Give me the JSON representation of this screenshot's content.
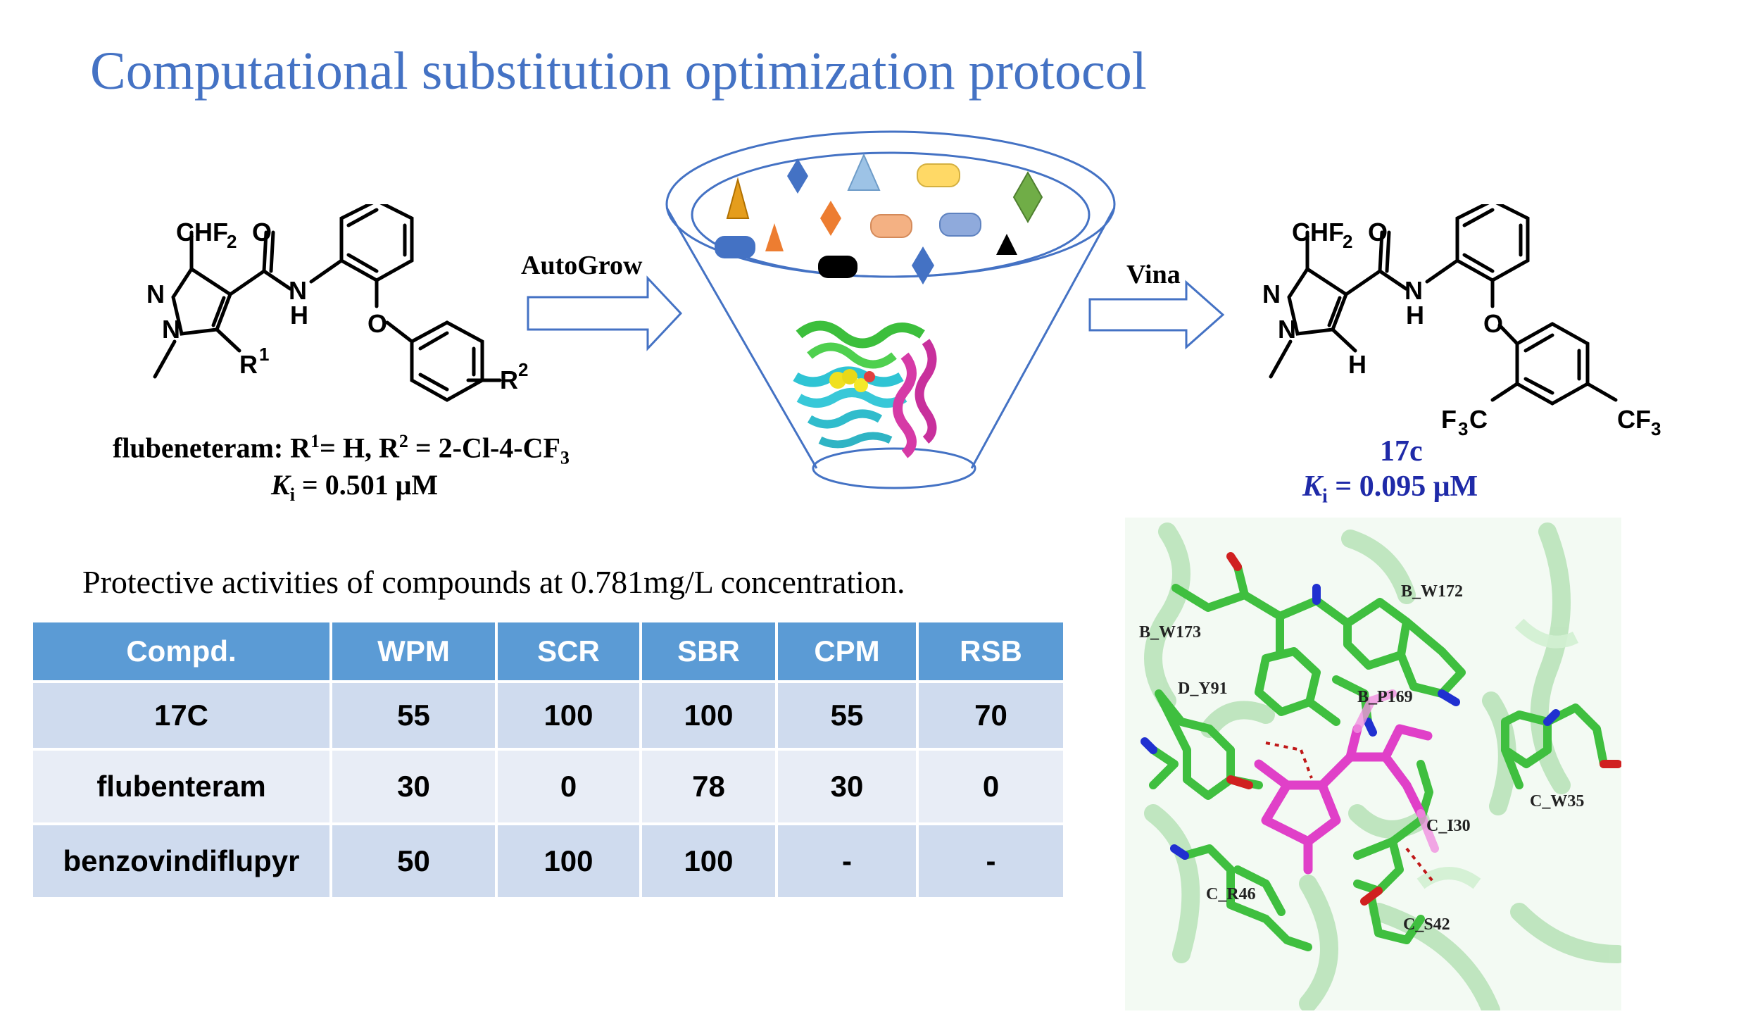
{
  "title": "Computational substitution optimization protocol",
  "arrows": {
    "autogrow_label": "AutoGrow",
    "vina_label": "Vina"
  },
  "left_structure": {
    "chf2": "CHF",
    "chf2_sub": "2",
    "o": "O",
    "n1": "N",
    "n2": "N",
    "nh_n": "N",
    "nh_h": "H",
    "r1": "R",
    "r1_sup": "1",
    "ether_o": "O",
    "r2": "R",
    "r2_sup": "2",
    "caption_line1": "flubeneteram: R",
    "caption_sup1": "1",
    "caption_mid": "= H, R",
    "caption_sup2": "2",
    "caption_end": " = 2-Cl-4-CF",
    "caption_sub3": "3",
    "ki_k": "K",
    "ki_i": "i",
    "ki_value": " = 0.501 μM"
  },
  "right_structure": {
    "chf2": "CHF",
    "chf2_sub": "2",
    "o": "O",
    "n1": "N",
    "n2": "N",
    "nh_n": "N",
    "nh_h": "H",
    "h": "H",
    "ether_o": "O",
    "f3c_left": "F",
    "f3c_sub": "3",
    "f3c_c": "C",
    "cf3_c": "CF",
    "cf3_sub": "3",
    "compound_name": "17c",
    "ki_k": "K",
    "ki_i": "i",
    "ki_value": " = 0.095 μM"
  },
  "funnel": {
    "shapes": [
      {
        "type": "triangle",
        "color": "#e59d1c"
      },
      {
        "type": "diamond",
        "color": "#4472c4"
      },
      {
        "type": "triangle",
        "color": "#9dc3e6"
      },
      {
        "type": "rounded-rect",
        "color": "#ffd966"
      },
      {
        "type": "diamond",
        "color": "#70ad47"
      },
      {
        "type": "rounded-rect",
        "color": "#4472c4"
      },
      {
        "type": "triangle",
        "color": "#ed7d31"
      },
      {
        "type": "diamond",
        "color": "#ed7d31"
      },
      {
        "type": "rounded-rect",
        "color": "#f4b183"
      },
      {
        "type": "rounded-rect",
        "color": "#8faadc"
      },
      {
        "type": "triangle",
        "color": "#000000"
      },
      {
        "type": "rounded-rect",
        "color": "#000000"
      },
      {
        "type": "diamond",
        "color": "#4472c4"
      }
    ]
  },
  "table": {
    "caption": "Protective activities of compounds at 0.781mg/L concentration.",
    "headers": [
      "Compd.",
      "WPM",
      "SCR",
      "SBR",
      "CPM",
      "RSB"
    ],
    "rows": [
      [
        "17C",
        "55",
        "100",
        "100",
        "55",
        "70"
      ],
      [
        "flubenteram",
        "30",
        "0",
        "78",
        "30",
        "0"
      ],
      [
        "benzovindiflupyr",
        "50",
        "100",
        "100",
        "-",
        "-"
      ]
    ]
  },
  "residues": {
    "labels": [
      "B_W172",
      "B_W173",
      "D_Y91",
      "B_P169",
      "C_W35",
      "C_I30",
      "C_R46",
      "C_S42"
    ]
  },
  "colors": {
    "title": "#4472c4",
    "table_header": "#5b9bd5",
    "table_row_dark": "#cfdbee",
    "table_row_light": "#e8edf6",
    "arrow_outline": "#4472c4",
    "ki_blue": "#1f2aa8",
    "protein_green": "#a9dba9",
    "ligand_magenta": "#e040c8"
  }
}
